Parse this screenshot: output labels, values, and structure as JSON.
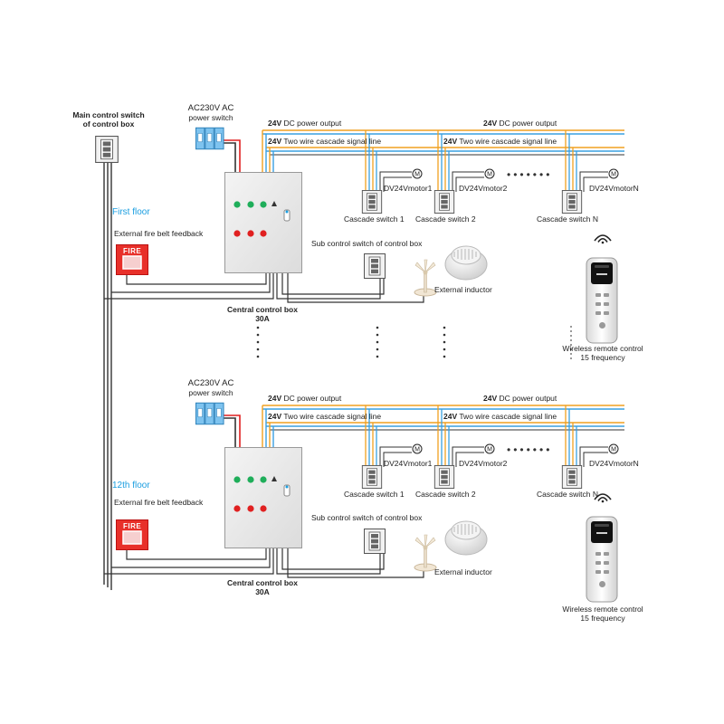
{
  "main_switch": {
    "label_line1": "Main control switch",
    "label_line2": "of control box"
  },
  "floors": [
    {
      "floor_name": "First floor",
      "ac_label_line1": "AC230V AC",
      "ac_label_line2": "power switch",
      "dc_output_prefix": "24V",
      "dc_output_text": " DC power output",
      "signal_prefix": "24V",
      "signal_text": " Two wire cascade signal line",
      "fire_feedback": "External fire belt feedback",
      "fire_sign": "FIRE",
      "sub_control": "Sub control switch of control box",
      "external_inductor": "External inductor",
      "central_box_line1": "Central control box",
      "central_box_line2": "30A",
      "motors": [
        "DV24Vmotor1",
        "DV24Vmotor2",
        "DV24VmotorN"
      ],
      "cascade_switches": [
        "Cascade switch 1",
        "Cascade switch 2",
        "Cascade switch N"
      ],
      "remote_line1": "Wireless remote control",
      "remote_line2": "15 frequency"
    },
    {
      "floor_name": "12th floor",
      "ac_label_line1": "AC230V AC",
      "ac_label_line2": "power switch",
      "dc_output_prefix": "24V",
      "dc_output_text": " DC power output",
      "signal_prefix": "24V",
      "signal_text": " Two wire cascade signal line",
      "fire_feedback": "External fire belt feedback",
      "fire_sign": "FIRE",
      "sub_control": "Sub control switch of control box",
      "external_inductor": "External inductor",
      "central_box_line1": "Central control box",
      "central_box_line2": "30A",
      "motors": [
        "DV24Vmotor1",
        "DV24Vmotor2",
        "DV24VmotorN"
      ],
      "cascade_switches": [
        "Cascade switch 1",
        "Cascade switch 2",
        "Cascade switch N"
      ],
      "remote_line1": "Wireless remote control",
      "remote_line2": "15 frequency"
    }
  ],
  "motor_symbol": "M",
  "colors": {
    "orange_line": "#f0a020",
    "blue_line": "#3aa0e0",
    "red_wire": "#e02020",
    "wire": "#333333",
    "floor_text": "#1a9ee0",
    "fire_red": "#e8302a",
    "box_fill": "#ececec"
  }
}
